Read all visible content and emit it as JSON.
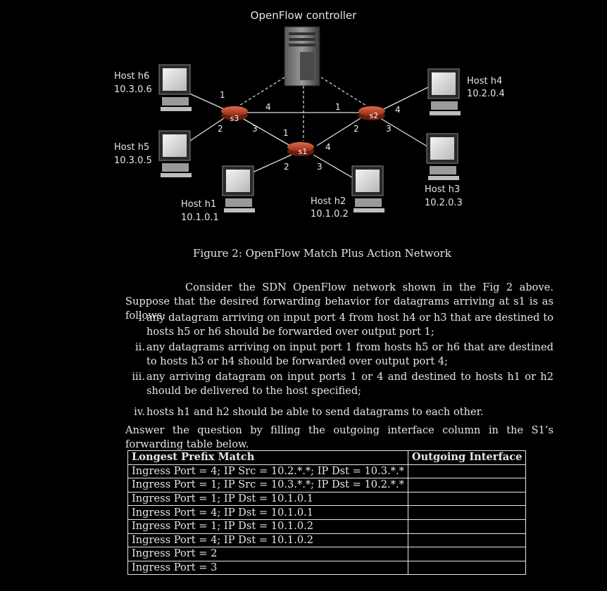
{
  "figure": {
    "controller_label": "OpenFlow controller",
    "hosts": [
      {
        "id": "h6",
        "name": "Host h6",
        "ip": "10.3.0.6"
      },
      {
        "id": "h5",
        "name": "Host h5",
        "ip": "10.3.0.5"
      },
      {
        "id": "h1",
        "name": "Host h1",
        "ip": "10.1.0.1"
      },
      {
        "id": "h2",
        "name": "Host h2",
        "ip": "10.1.0.2"
      },
      {
        "id": "h4",
        "name": "Host h4",
        "ip": "10.2.0.4"
      },
      {
        "id": "h3",
        "name": "Host h3",
        "ip": "10.2.0.3"
      }
    ],
    "switches": [
      {
        "id": "s1",
        "label": "s1",
        "ports": [
          "1",
          "2",
          "3",
          "4"
        ]
      },
      {
        "id": "s2",
        "label": "s2",
        "ports": [
          "1",
          "2",
          "3",
          "4"
        ]
      },
      {
        "id": "s3",
        "label": "s3",
        "ports": [
          "1",
          "2",
          "3",
          "4"
        ]
      }
    ],
    "caption": "Figure 2: OpenFlow Match Plus Action Network"
  },
  "body": {
    "intro": "Consider the SDN OpenFlow network shown in the Fig 2 above. Suppose that the desired forwarding behavior for datagrams arriving at s1 is as follows:",
    "items": [
      {
        "num": "i.",
        "text": "any datagram arriving on input port 4 from host h4 or h3 that are destined to hosts h5 or h6 should be forwarded over output port 1;"
      },
      {
        "num": "ii.",
        "text": "any datagrams arriving on input port 1 from hosts h5 or h6 that are destined to hosts h3 or h4 should be forwarded over output port 4;"
      },
      {
        "num": "iii.",
        "text": "any arriving datagram on input ports 1 or 4 and destined to hosts h1 or h2 should be delivered to the host specified;"
      },
      {
        "num": "iv.",
        "text": "hosts h1 and h2 should be able to send datagrams to each other."
      }
    ],
    "question": "Answer the question by filling the outgoing interface column in the S1’s forwarding table below."
  },
  "table": {
    "headers": [
      "Longest Prefix Match",
      "Outgoing Interface"
    ],
    "rows": [
      {
        "match": "Ingress Port = 4; IP Src = 10.2.*.*; IP Dst = 10.3.*.*",
        "out": ""
      },
      {
        "match": "Ingress Port = 1; IP Src = 10.3.*.*; IP Dst = 10.2.*.*",
        "out": ""
      },
      {
        "match": "Ingress Port = 1; IP Dst = 10.1.0.1",
        "out": ""
      },
      {
        "match": "Ingress Port = 4; IP Dst = 10.1.0.1",
        "out": ""
      },
      {
        "match": "Ingress Port = 1; IP Dst = 10.1.0.2",
        "out": ""
      },
      {
        "match": "Ingress Port = 4; IP Dst = 10.1.0.2",
        "out": ""
      },
      {
        "match": "Ingress Port = 2",
        "out": ""
      },
      {
        "match": "Ingress Port = 3",
        "out": ""
      }
    ]
  }
}
